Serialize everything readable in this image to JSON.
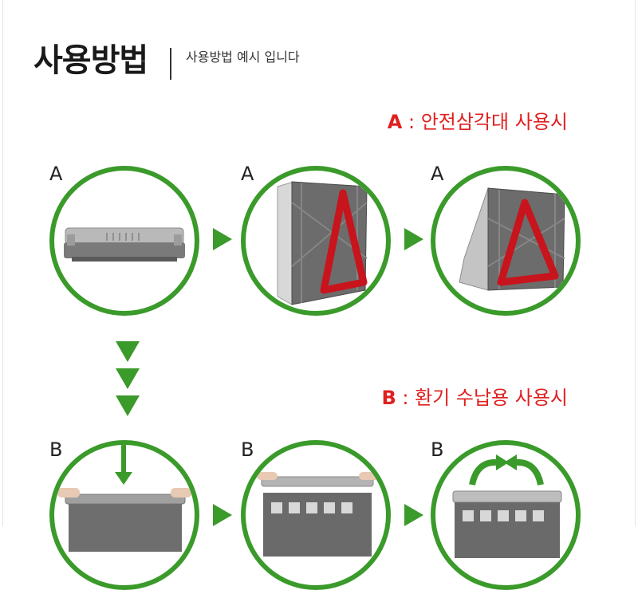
{
  "title": "사용방법",
  "subtitle": "사용방법 예시 입니다",
  "section_a": {
    "key": "A",
    "label": ": 안전삼각대 사용시"
  },
  "section_b": {
    "key": "B",
    "label": ": 환기 수납용 사용시"
  },
  "row_a": [
    {
      "letter": "A",
      "image": "folded-crate-image"
    },
    {
      "letter": "A",
      "image": "half-open-triangle-image"
    },
    {
      "letter": "A",
      "image": "warning-triangle-image"
    }
  ],
  "row_b": [
    {
      "letter": "B",
      "image": "crate-press-lid-image"
    },
    {
      "letter": "B",
      "image": "crate-fit-lid-image"
    },
    {
      "letter": "B",
      "image": "crate-open-lid-image"
    }
  ],
  "colors": {
    "accent_green": "#3a9a2a",
    "heading_red": "#e02020",
    "triangle_red": "#c8141c",
    "crate_gray": "#6a6a6a"
  },
  "icons": [
    "arrow-right-icon",
    "arrow-down-icon",
    "curved-arrow-icon"
  ]
}
